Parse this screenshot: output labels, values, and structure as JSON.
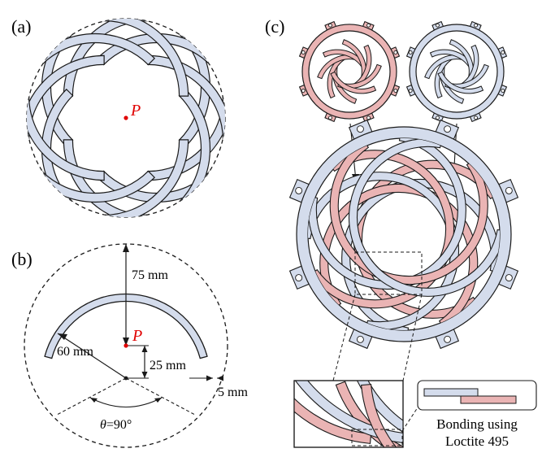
{
  "figure": {
    "panels": {
      "a": "(a)",
      "b": "(b)",
      "c": "(c)"
    },
    "point_label": "P",
    "dimensions": {
      "outer": "75 mm",
      "radius": "60 mm",
      "offset": "25 mm",
      "width": "5 mm",
      "angle_symbol": "θ",
      "angle_value": "=90°"
    },
    "bonding_note": {
      "line1": "Bonding using",
      "line2": "Loctite 495"
    },
    "colors": {
      "blue_fill": "#d4dcec",
      "pink_fill": "#eab4b4",
      "stroke": "#1a1a1a",
      "point": "#e00000"
    }
  }
}
